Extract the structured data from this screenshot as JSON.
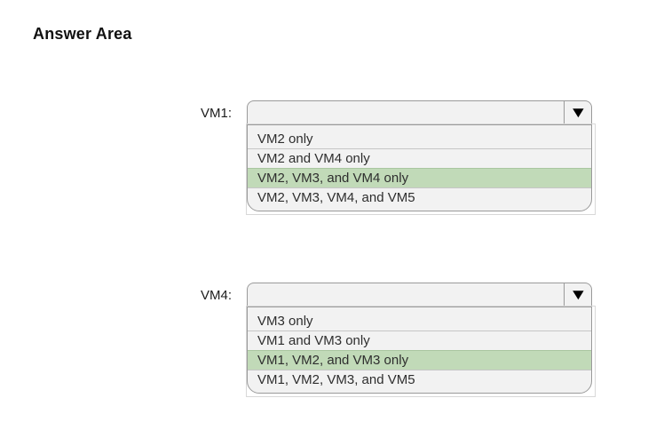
{
  "title": "Answer Area",
  "colors": {
    "highlight_green": "#c1dab8",
    "control_bg": "#f2f2f2",
    "control_border": "#9a9a9a",
    "arrow_color": "#000000"
  },
  "icons": {
    "dropdown_arrow": "▼"
  },
  "dropdowns": [
    {
      "label": "VM1:",
      "selected_value": "",
      "options": [
        {
          "label": "VM2 only",
          "highlighted": false
        },
        {
          "label": "VM2 and VM4 only",
          "highlighted": false
        },
        {
          "label": "VM2, VM3, and VM4 only",
          "highlighted": true
        },
        {
          "label": "VM2, VM3, VM4, and VM5",
          "highlighted": false
        }
      ]
    },
    {
      "label": "VM4:",
      "selected_value": "",
      "options": [
        {
          "label": "VM3 only",
          "highlighted": false
        },
        {
          "label": "VM1 and VM3 only",
          "highlighted": false
        },
        {
          "label": "VM1, VM2, and VM3 only",
          "highlighted": true
        },
        {
          "label": "VM1, VM2, VM3, and VM5",
          "highlighted": false
        }
      ]
    }
  ]
}
